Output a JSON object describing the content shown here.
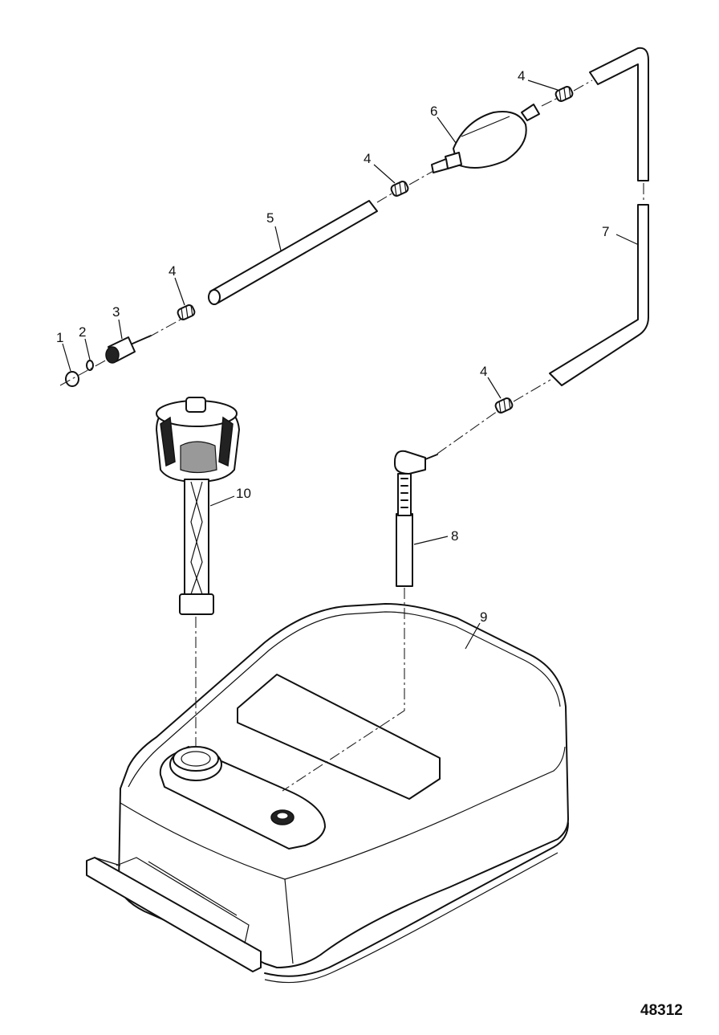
{
  "callouts": [
    {
      "id": "c1",
      "text": "1"
    },
    {
      "id": "c2",
      "text": "2"
    },
    {
      "id": "c3",
      "text": "3"
    },
    {
      "id": "c4a",
      "text": "4"
    },
    {
      "id": "c5",
      "text": "5"
    },
    {
      "id": "c4b",
      "text": "4"
    },
    {
      "id": "c6",
      "text": "6"
    },
    {
      "id": "c4c",
      "text": "4"
    },
    {
      "id": "c7",
      "text": "7"
    },
    {
      "id": "c4d",
      "text": "4"
    },
    {
      "id": "c8",
      "text": "8"
    },
    {
      "id": "c9",
      "text": "9"
    },
    {
      "id": "c10",
      "text": "10"
    }
  ],
  "figure_number": "48312"
}
